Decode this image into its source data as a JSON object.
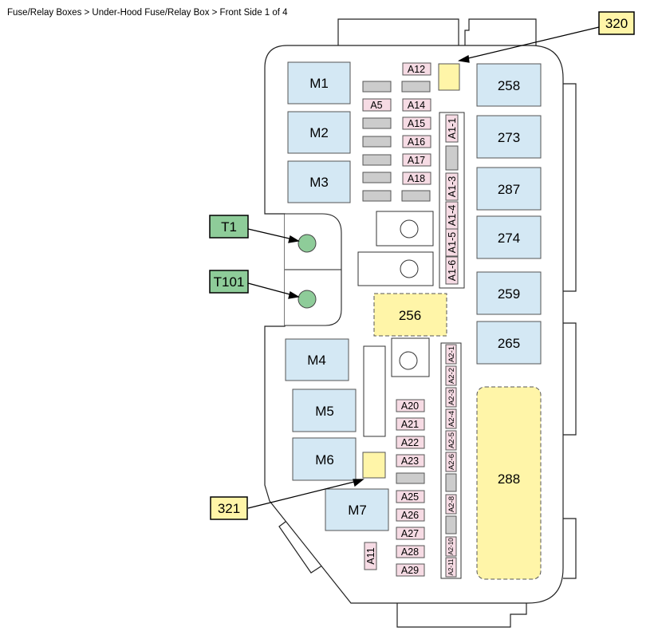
{
  "breadcrumb": "Fuse/Relay Boxes > Under-Hood Fuse/Relay Box > Front Side  1 of 4",
  "colors": {
    "relay_blue": "#d4e8f4",
    "fuse_pink": "#f6dbe4",
    "fuse_gray": "#cccccc",
    "callout_yellow": "#fff5a8",
    "terminal_green": "#8ecc99",
    "callout_green": "#8ecc99"
  },
  "relays": {
    "M1": "M1",
    "M2": "M2",
    "M3": "M3",
    "M4": "M4",
    "M5": "M5",
    "M6": "M6",
    "M7": "M7",
    "r258": "258",
    "r273": "273",
    "r287": "287",
    "r274": "274",
    "r259": "259",
    "r265": "265"
  },
  "fuses": {
    "A12": "A12",
    "A5": "A5",
    "A14": "A14",
    "A15": "A15",
    "A16": "A16",
    "A17": "A17",
    "A18": "A18",
    "A20": "A20",
    "A21": "A21",
    "A22": "A22",
    "A23": "A23",
    "A25": "A25",
    "A26": "A26",
    "A27": "A27",
    "A28": "A28",
    "A29": "A29",
    "A11": "A11"
  },
  "strip1": [
    "A1-1",
    "A1-3",
    "A1-4",
    "A1-5",
    "A1-6"
  ],
  "strip2": [
    "A2-1",
    "A2-2",
    "A2-3",
    "A2-4",
    "A2-5",
    "A2-6",
    "A2-8",
    "A2-10",
    "A2-11"
  ],
  "blocks": {
    "b256": "256",
    "b288": "288"
  },
  "callouts": {
    "c320": "320",
    "c321": "321",
    "T1": "T1",
    "T101": "T101"
  }
}
